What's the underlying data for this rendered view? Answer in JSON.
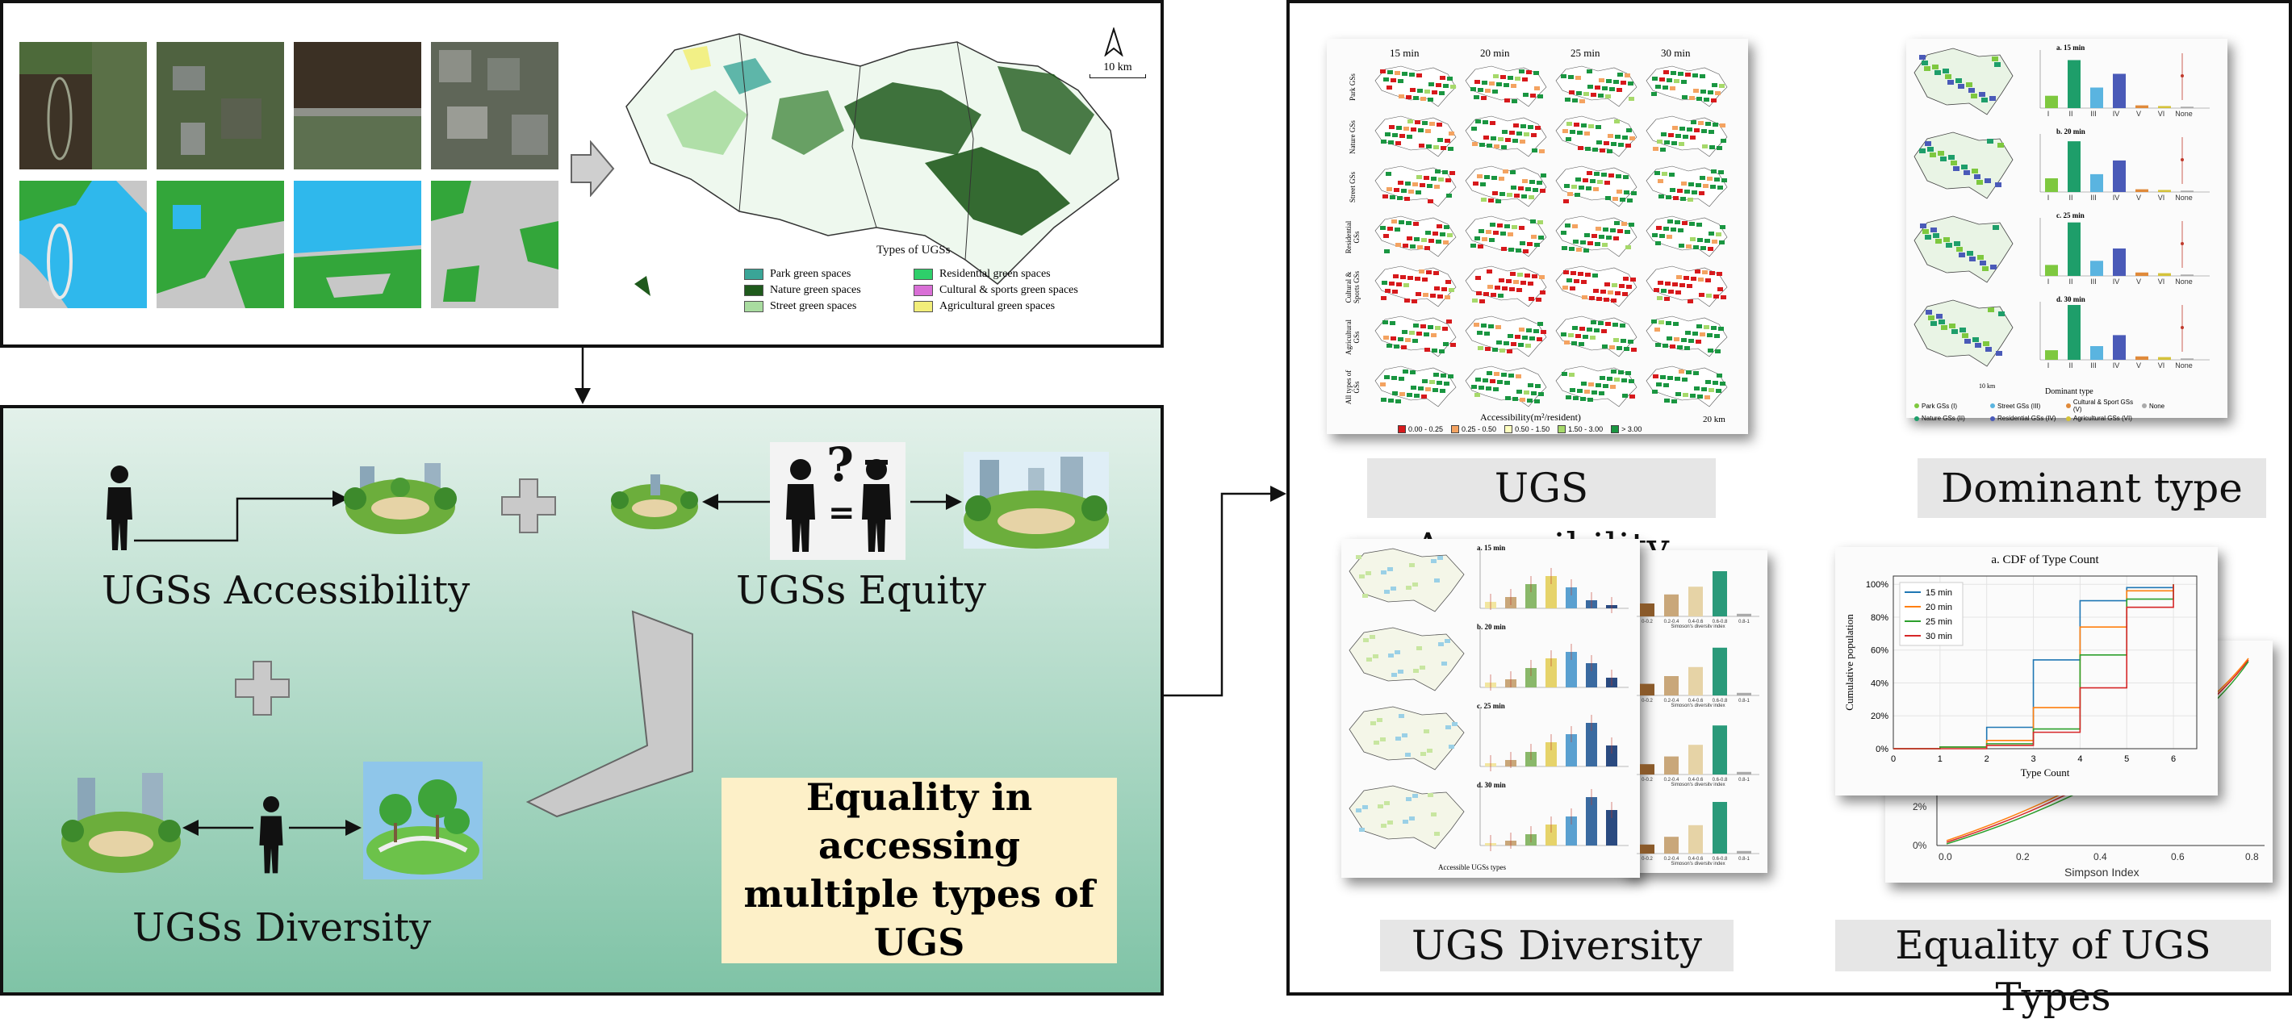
{
  "top_left": {
    "types_title": "Types of UGSs",
    "scale_bar": "10 km",
    "legend": [
      {
        "label": "Park green spaces",
        "color": "#3aa597"
      },
      {
        "label": "Nature green spaces",
        "color": "#1f5a1c"
      },
      {
        "label": "Street green spaces",
        "color": "#a9dca0"
      },
      {
        "label": "Residential green spaces",
        "color": "#2ecf6a"
      },
      {
        "label": "Cultural & sports green spaces",
        "color": "#d96fd6"
      },
      {
        "label": "Agricultural green spaces",
        "color": "#f2ee7a"
      }
    ]
  },
  "bottom_left": {
    "accessibility_label": "UGSs Accessibility",
    "equity_label": "UGSs Equity",
    "diversity_label": "UGSs Diversity",
    "question_mark": "?",
    "equals": "=",
    "equality_box": "Equality in accessing multiple types of UGS",
    "colors": {
      "panel_top": "#e3f1ea",
      "panel_bottom": "#7fc3a6",
      "box_bg": "#fdf0c8"
    }
  },
  "right": {
    "captions": {
      "accessibility": "UGS Accessibility",
      "dominant": "Dominant type",
      "diversity": "UGS Diversity",
      "equality": "Equality of UGS Types"
    },
    "access_panel": {
      "columns": [
        "15 min",
        "20 min",
        "25 min",
        "30 min"
      ],
      "rows": [
        "Park GSs",
        "Nature GSs",
        "Street GSs",
        "Residential GSs",
        "Cultural & Sports GSs",
        "Agricultural GSs",
        "All types of GSs"
      ],
      "legend_title": "Accessibility(m²/resident)",
      "legend_items": [
        {
          "label": "0.00 - 0.25",
          "color": "#d7191c"
        },
        {
          "label": "0.25 - 0.50",
          "color": "#f4a361"
        },
        {
          "label": "0.50 - 1.50",
          "color": "#ffffbf"
        },
        {
          "label": "1.50 - 3.00",
          "color": "#a6d96a"
        },
        {
          "label": "> 3.00",
          "color": "#1a9641"
        }
      ],
      "scale": "20 km"
    },
    "dominant_panel": {
      "subtitles": [
        "a. 15 min",
        "b. 20 min",
        "c. 25 min",
        "d. 30 min"
      ],
      "x_labels": [
        "I",
        "II",
        "III",
        "IV",
        "V",
        "VI",
        "None"
      ],
      "legend_title": "Dominant type",
      "legend": [
        "Park GSs (I)",
        "Street GSs (III)",
        "Cultural & Sport GSs (V)",
        "None",
        "Nature GSs (II)",
        "Residential GSs (IV)",
        "Agricultural GSs (VI)"
      ],
      "scale": "10 km"
    },
    "diversity_panel": {
      "subtitles": [
        "a. 15 min",
        "b. 20 min",
        "c. 25 min",
        "d. 30 min"
      ],
      "x_caption": "Simpson's diversity index",
      "x_labels": [
        "0-0.2",
        "0.2-0.4",
        "0.4-0.6",
        "0.6-0.8",
        "0.8-1"
      ],
      "legend_title": "Accessible UGSs types"
    },
    "equality_panel": {
      "back_xlabel": "Simpson Index",
      "back_xticks": [
        "0.0",
        "0.2",
        "0.4",
        "0.6",
        "0.8"
      ],
      "back_yticks": [
        "2%",
        "0%"
      ]
    }
  },
  "chart_data": {
    "type": "line",
    "title": "a. CDF of Type Count",
    "xlabel": "Type Count",
    "ylabel": "Cumulative population",
    "xlim": [
      0,
      6.5
    ],
    "ylim": [
      0,
      1.05
    ],
    "xticks": [
      0,
      1,
      2,
      3,
      4,
      5,
      6
    ],
    "yticks": [
      "0%",
      "20%",
      "40%",
      "60%",
      "80%",
      "100%"
    ],
    "legend_position": "top-left",
    "step": true,
    "series": [
      {
        "name": "15 min",
        "color": "#1f77b4",
        "x": [
          0,
          1,
          2,
          3,
          4,
          5,
          6
        ],
        "y": [
          0.0,
          0.01,
          0.13,
          0.54,
          0.9,
          0.98,
          1.0
        ]
      },
      {
        "name": "20 min",
        "color": "#ff7f0e",
        "x": [
          0,
          1,
          2,
          3,
          4,
          5,
          6
        ],
        "y": [
          0.0,
          0.01,
          0.05,
          0.25,
          0.74,
          0.96,
          1.0
        ]
      },
      {
        "name": "25 min",
        "color": "#2ca02c",
        "x": [
          0,
          1,
          2,
          3,
          4,
          5,
          6
        ],
        "y": [
          0.0,
          0.01,
          0.03,
          0.12,
          0.57,
          0.91,
          1.0
        ]
      },
      {
        "name": "30 min",
        "color": "#d62728",
        "x": [
          0,
          1,
          2,
          3,
          4,
          5,
          6
        ],
        "y": [
          0.0,
          0.0,
          0.02,
          0.1,
          0.37,
          0.86,
          1.0
        ]
      }
    ]
  }
}
